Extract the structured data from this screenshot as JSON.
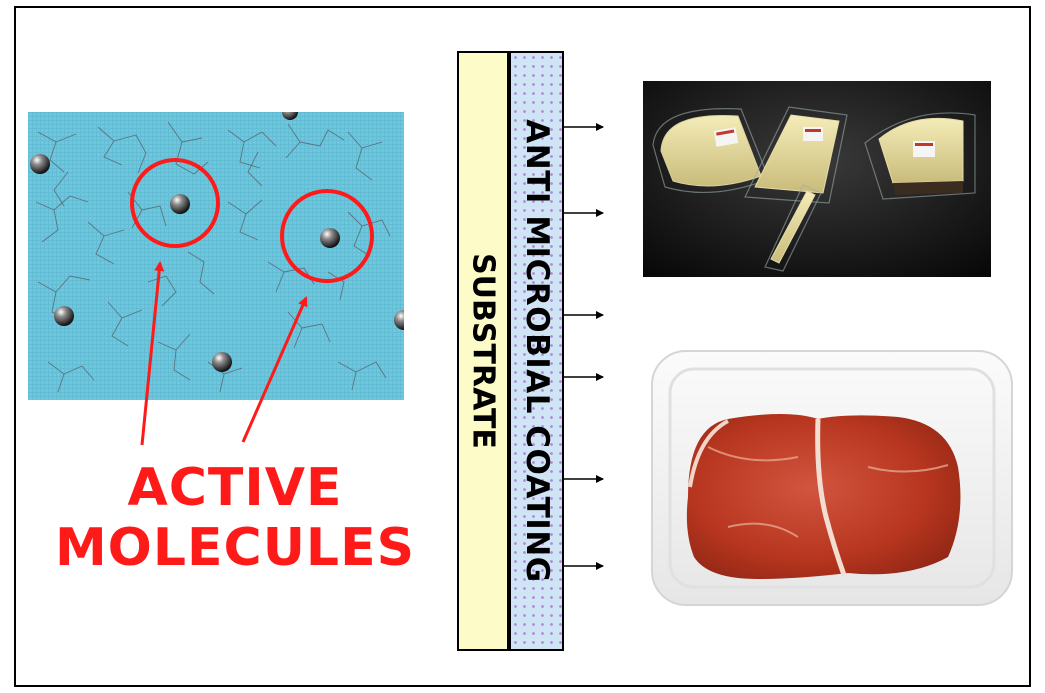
{
  "labels": {
    "active_line1": "ACTIVE",
    "active_line2": "MOLECULES",
    "substrate": "SUBSTRATE",
    "coating": "ANTI MICROBIAL COATING"
  },
  "colors": {
    "label_red": "#ff1a1a",
    "substrate_fill": "#fdfbc8",
    "coating_fill": "#cfe4f4",
    "coating_dots": "#b38ad9",
    "molecule_bg": "#6ec6dc"
  },
  "images": {
    "molecules": "molecule-network-image",
    "cheese": "packaged-cheese-photo",
    "meat": "packaged-meat-photo"
  }
}
